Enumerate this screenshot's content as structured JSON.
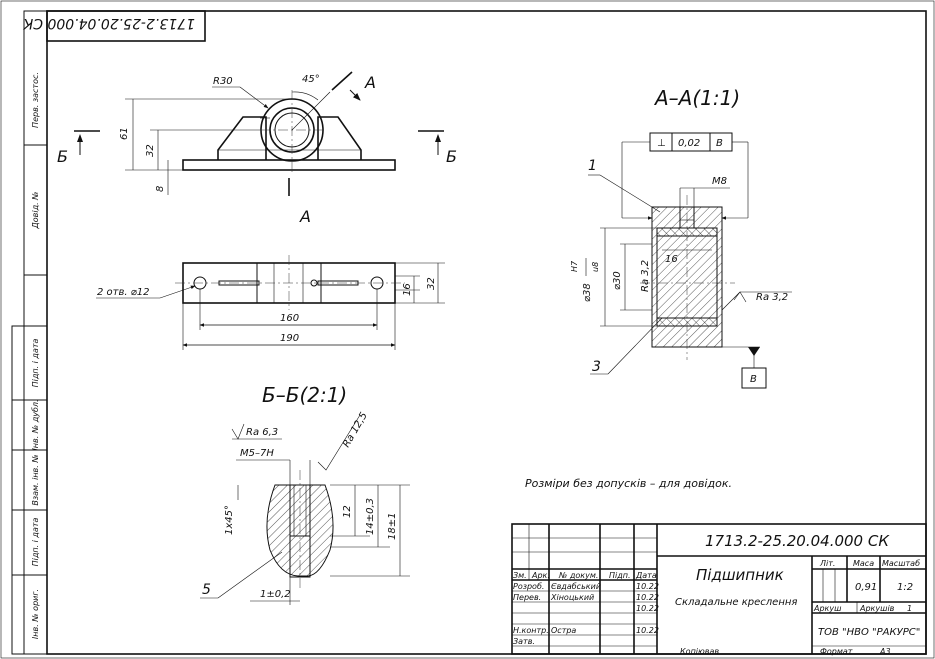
{
  "doc_code_rotated": "1713.2-25.20.04.000 СК",
  "side_labels": [
    "Перв. застос.",
    "Довід. №",
    "Підп. і дата",
    "Інв. № дубл.",
    "Взам. інв. №",
    "Підп. і дата",
    "Інв. № ориг."
  ],
  "views": {
    "top": {
      "r30": "R30",
      "angle": "45°",
      "section_a": "А",
      "section_b": "Б",
      "d61": "61",
      "d32": "32",
      "d8": "8"
    },
    "plan": {
      "holes": "2 отв. ⌀12",
      "d160": "160",
      "d190": "190",
      "d16": "16",
      "d32": "32"
    },
    "section_aa": {
      "title": "А–А(1:1)",
      "tolerance_value": "0,02",
      "tolerance_base": "В",
      "leader1": "1",
      "leader3": "3",
      "m8": "М8",
      "d16": "16",
      "ra32_top": "Ra 3,2",
      "ra32_side": "Ra 3,2",
      "d30": "⌀30",
      "d38": "⌀38",
      "h7": "H7",
      "u8": "u8",
      "base_label": "В"
    },
    "section_bb": {
      "title": "Б–Б(2:1)",
      "ra63": "Ra 6,3",
      "ra125": "Ra 12,5",
      "m5": "М5–7Н",
      "chamfer": "1x45°",
      "d12": "12",
      "d14": "14±0,3",
      "d18": "18±1",
      "d1": "1±0,2",
      "leader5": "5"
    }
  },
  "note": "Розміри без допусків – для довідок.",
  "title_block": {
    "designation": "1713.2-25.20.04.000 СК",
    "name": "Підшипник",
    "doc_type": "Складальне креслення",
    "col_headers": [
      "Зм.",
      "Арк.",
      "№ докум.",
      "Підп.",
      "Дата"
    ],
    "rows": [
      {
        "role": "Розроб.",
        "name": "Євдабський",
        "date": "10.22"
      },
      {
        "role": "Перев.",
        "name": "Хіноцький",
        "date": "10.22"
      },
      {
        "role": "",
        "name": "",
        "date": "10.22"
      },
      {
        "role": "Н.контр.",
        "name": "Остра",
        "date": "10.22"
      },
      {
        "role": "Затв.",
        "name": "",
        "date": ""
      }
    ],
    "lit_label": "Літ.",
    "mass_label": "Маса",
    "scale_label": "Масштаб",
    "mass": "0,91",
    "scale": "1:2",
    "sheet_label": "Аркуш",
    "sheets_label": "Аркушів",
    "sheets": "1",
    "org": "ТОВ \"НВО \"РАКУРС\"",
    "copied": "Копіював",
    "format_label": "Формат",
    "format": "А3"
  }
}
